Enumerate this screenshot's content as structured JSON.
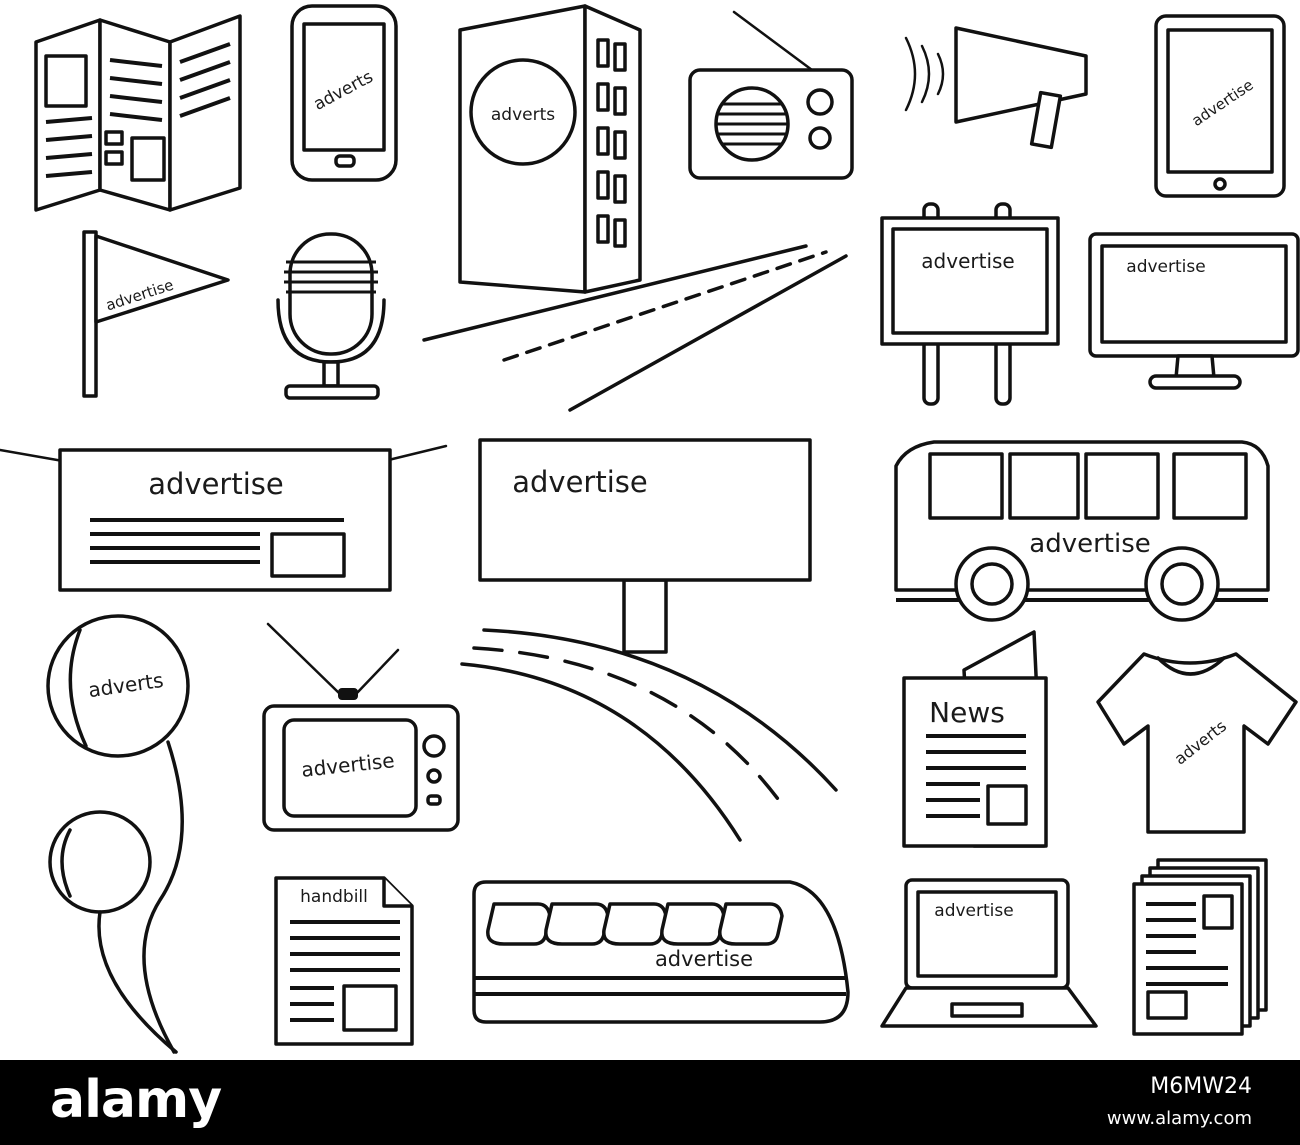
{
  "labels": {
    "phone": "adverts",
    "building": "adverts",
    "tablet": "advertise",
    "flag": "advertise",
    "roadsign": "advertise",
    "monitor": "advertise",
    "hanging_sign": "advertise",
    "billboard": "advertise",
    "bus": "advertise",
    "balloon": "adverts",
    "tv": "advertise",
    "newspaper": "News",
    "tshirt": "adverts",
    "handbill": "handbill",
    "train": "advertise",
    "laptop": "advertise"
  },
  "footer": {
    "brand": "alamy",
    "image_id": "M6MW24",
    "site": "www.alamy.com"
  }
}
